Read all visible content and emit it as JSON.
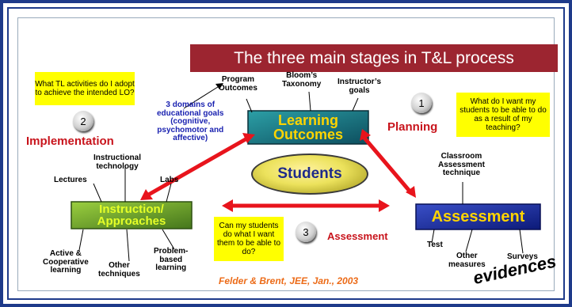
{
  "title": "The three main stages in T&L process",
  "center": "Students",
  "stages": {
    "learning_outcomes": "Learning\nOutcomes",
    "instruction": "Instruction/\nApproaches",
    "assessment": "Assessment"
  },
  "steps": {
    "planning": "Planning",
    "implementation": "Implementation",
    "assessment": "Assessment"
  },
  "badges": {
    "planning": "1",
    "implementation": "2",
    "assessment": "3"
  },
  "questions": {
    "implementation": "What TL activities do I adopt to achieve the intended LO?",
    "planning": "What do I want my students to be able to do as a result of my teaching?",
    "assessment": "Can my students do what I want them to be able to do?"
  },
  "outcome_inputs": [
    "Program\nOutcomes",
    "Bloom’s\nTaxonomy",
    "Instructor’s\ngoals"
  ],
  "domains_note": "3 domains of\neducational goals\n(cognitive,\npsychomotor and\naffective)",
  "instruction_items": [
    "Lectures",
    "Instructional\ntechnology",
    "Labs",
    "Active &\nCooperative\nlearning",
    "Other\ntechniques",
    "Problem-\nbased\nlearning"
  ],
  "assessment_items": [
    "Classroom\nAssessment\ntechnique",
    "Test",
    "Other\nmeasures",
    "Surveys"
  ],
  "citation": "Felder & Brent, JEE, Jan., 2003",
  "evidences": "evidences",
  "colors": {
    "frame": "#1e3a8a",
    "title_bg": "#9c2530",
    "arrow": "#e8141c",
    "stage_label": "#ffd400",
    "note_bg": "#ffff00",
    "domains_text": "#1a22b0",
    "step_text": "#c8141c"
  }
}
